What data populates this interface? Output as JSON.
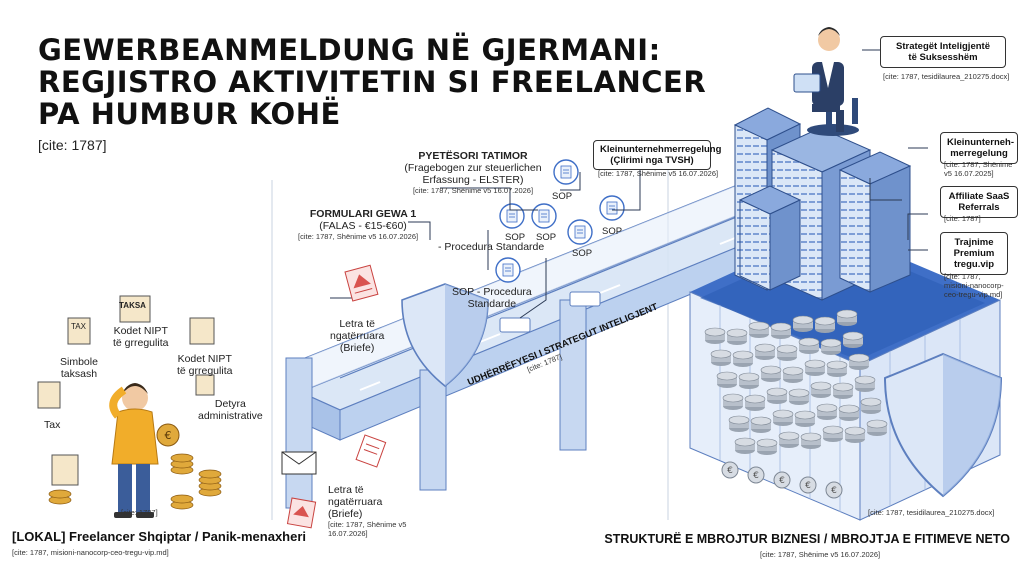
{
  "title_lines": [
    "GEWERBEANMELDUNG NË GJERMANI:",
    "REGJISTRO AKTIVITETIN SI FREELANCER",
    "PA HUMBUR KOHË"
  ],
  "title_cite": "[cite: 1787]",
  "left_panel": {
    "taksa_label": "TAKSA",
    "tax_doc_label": "TAX",
    "labels": {
      "kodet1": [
        "Kodet NIPT",
        "të grregulita"
      ],
      "simbole": [
        "Simbole",
        "taksash"
      ],
      "kodet2": [
        "Kodet NIPT",
        "të grregulita"
      ],
      "tax": "Tax",
      "detyra": [
        "Detyra",
        "administrative"
      ]
    },
    "cite": "[cite: 1787]",
    "caption": "[LOKAL] Freelancer Shqiptar / Panik-menaxheri",
    "caption_cite": "[cite: 1787, misioni-nanocorp-ceo-tregu-vip.md]"
  },
  "middle": {
    "gewa": {
      "title": "FORMULARI GEWA 1",
      "subtitle": "(FALAS - €15-€60)",
      "cite": "[cite: 1787, Shënime v5 16.07.2026]"
    },
    "letra_top": [
      "Letra të",
      "ngatërruara",
      "(Briefe)"
    ],
    "letra_bottom": [
      "Letra të",
      "ngatërruara",
      "(Briefe)"
    ],
    "letra_bottom_cite": [
      "[cite: 1787, Shënime v5",
      "16.07.2026]"
    ],
    "pyetesori": {
      "title": "PYETËSORI TATIMOR",
      "lines": [
        "(Fragebogen zur steuerlichen",
        "Erfassung - ELSTER)"
      ],
      "cite": "[cite: 1787, Shënime v5 16.07.2026]"
    },
    "sop": "SOP",
    "procedura1": "- Procedura Standarde",
    "procedura2": [
      "SOP - Procedura",
      "Standarde"
    ],
    "kleinbox": {
      "lines": [
        "Kleinunternehmerregelung",
        "(Çlirimi nga TVSH)"
      ],
      "cite": "[cite: 1787, Shënime v5 16.07.2026]"
    },
    "bridge_label": "UDHËRRËFYESI I STRATEGUT INTELIGJENT",
    "bridge_cite": "[cite: 1787]"
  },
  "right": {
    "strateget": {
      "lines": [
        "Strategët Inteligjentë",
        "të Suksesshëm"
      ],
      "cite": "[cite: 1787, tesidilaurea_210275.docx]"
    },
    "klein2": {
      "lines": [
        "Kleinunterneh-",
        "merregelung"
      ],
      "cite": [
        "[cite: 1787, Shënime",
        "v5 16.07.2025]"
      ]
    },
    "affiliate": {
      "lines": [
        "Affiliate SaaS",
        "Referrals"
      ],
      "cite": "[cite: 1787]"
    },
    "trajnime": {
      "lines": [
        "Trajnime",
        "Premium",
        "tregu.vip"
      ],
      "cite": [
        "[cite: 1787,",
        "misioni-nanocorp-",
        "ceo-tregu-vip.md]"
      ]
    },
    "vault_cite": "[cite: 1787, tesidilaurea_210275.docx]",
    "caption": "STRUKTURË E MBROJTUR BIZNESI / MBROJTJA E FITIMEVE NETO",
    "caption_cite": "[cite: 1787, Shënime v5 16.07.2026]"
  },
  "colors": {
    "accent_blue": "#3f6fc7",
    "light_blue": "#cfe0f5",
    "line_dark": "#1e2d4a",
    "coin_grey": "#c8ced6",
    "coin_gold": "#e0a93b",
    "person_shirt": "#f1ad2a",
    "doc_red": "#d9534f"
  }
}
